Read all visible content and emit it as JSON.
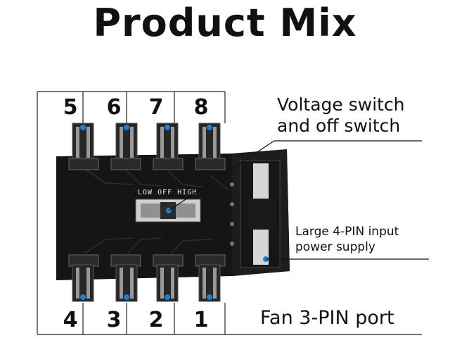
{
  "title": "Product Mix",
  "ports_top": [
    "5",
    "6",
    "7",
    "8"
  ],
  "ports_bottom": [
    "4",
    "3",
    "2",
    "1"
  ],
  "switch_label": "LOW  OFF  HIGH",
  "callouts": {
    "voltage_line1": "Voltage switch",
    "voltage_line2": "and off switch",
    "power_line1": "Large 4-PIN input",
    "power_line2": "power supply",
    "fan_port": "Fan 3-PIN port"
  },
  "colors": {
    "pcb": "#141414",
    "connector": "#2a2a2a",
    "marker": "#1e7fd8",
    "switch_body": "#c8c8c8"
  }
}
